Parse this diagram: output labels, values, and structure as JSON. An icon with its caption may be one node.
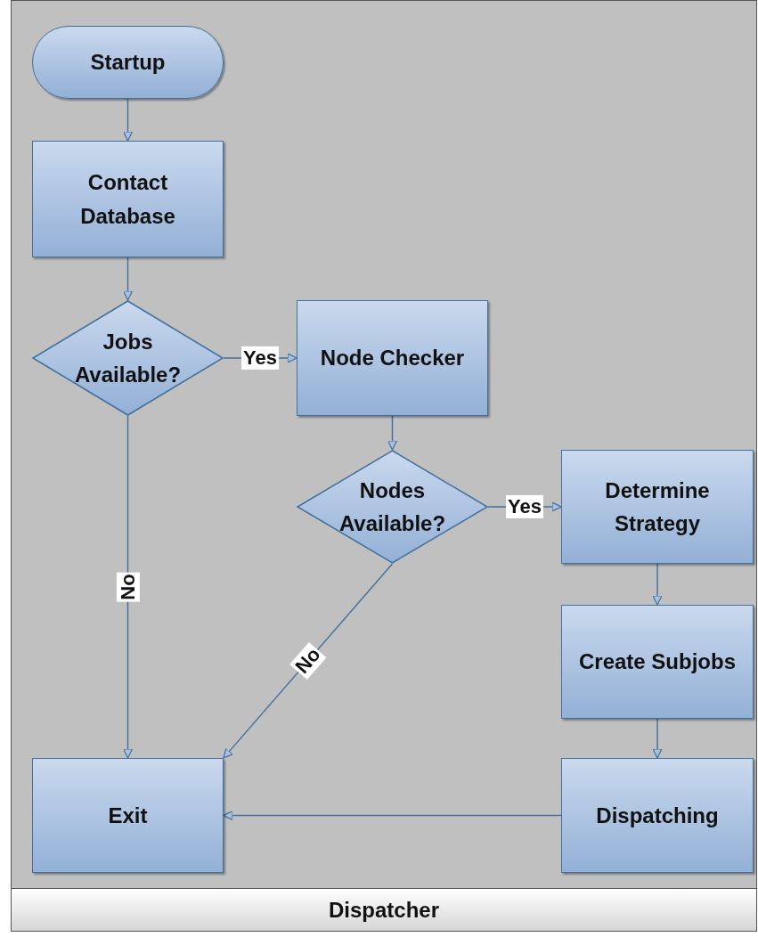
{
  "diagram": {
    "nodes": [
      {
        "text": [
          "Dispatcher"
        ]
      },
      {
        "text": [
          "Startup"
        ],
        "in": 0
      },
      {
        "text": [
          "Contact Database"
        ],
        "in": 0
      },
      {
        "text": [
          "Jobs Available?"
        ],
        "in": 0
      },
      {
        "text": [
          "Node Checker"
        ],
        "in": 0
      },
      {
        "text": [
          "Nodes Available?"
        ],
        "in": 0
      },
      {
        "text": [
          "Determine Strategy"
        ],
        "in": 0
      },
      {
        "text": [
          "Create Subjobs"
        ],
        "in": 0
      },
      {
        "text": [
          "Exit"
        ],
        "in": 0
      },
      {
        "text": [
          "Dispatching"
        ],
        "in": 0
      }
    ],
    "edges": [
      {
        "from": 1,
        "to": 2,
        "arrow": "to"
      },
      {
        "from": 2,
        "to": 3,
        "arrow": "to"
      },
      {
        "from": 3,
        "to": 4,
        "arrow": "to",
        "label": "Yes"
      },
      {
        "from": 3,
        "to": 8,
        "arrow": "to",
        "label": "No"
      },
      {
        "from": 4,
        "to": 5,
        "arrow": "to"
      },
      {
        "from": 5,
        "to": 6,
        "arrow": "to",
        "label": "Yes"
      },
      {
        "from": 5,
        "to": 8,
        "arrow": "to",
        "label": "No"
      },
      {
        "from": 6,
        "to": 7,
        "arrow": "to"
      },
      {
        "from": 7,
        "to": 9,
        "arrow": "to"
      },
      {
        "from": 9,
        "to": 8,
        "arrow": "to"
      }
    ]
  }
}
